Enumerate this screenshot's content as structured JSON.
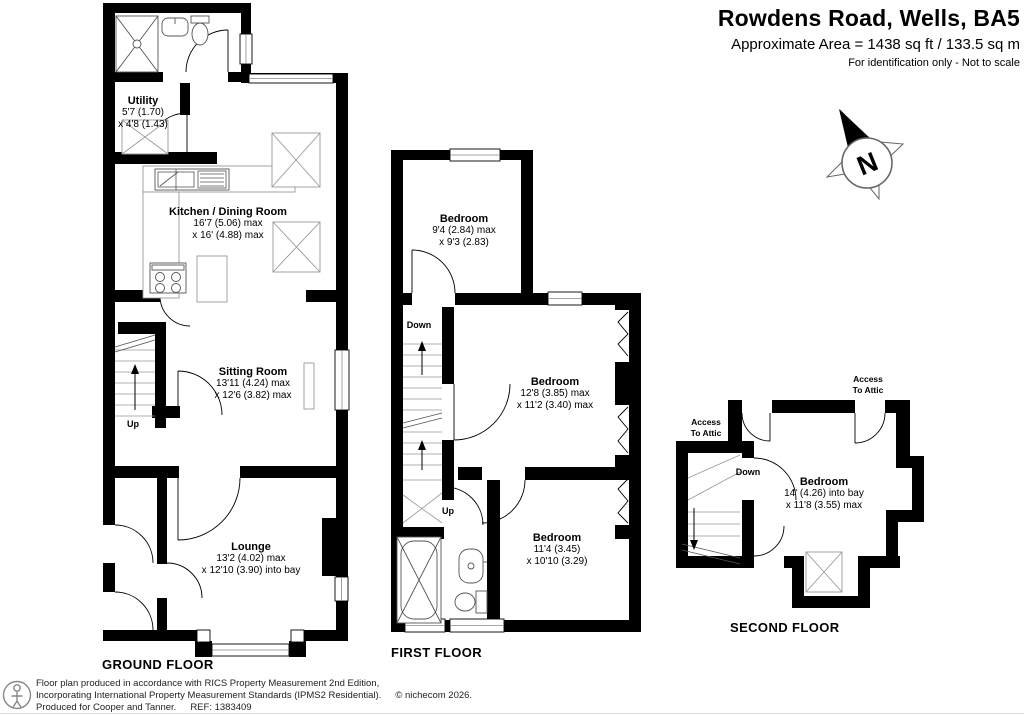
{
  "header": {
    "title": "Rowdens Road, Wells, BA5",
    "area_line": "Approximate Area = 1438 sq ft / 133.5 sq m",
    "disclaimer": "For identification only - Not to scale"
  },
  "compass": {
    "north_label": "N"
  },
  "ground_floor": {
    "label": "GROUND FLOOR",
    "stairs": {
      "up": "Up"
    },
    "rooms": {
      "utility": {
        "name": "Utility",
        "dims": [
          "5'7 (1.70)",
          "x 4'8 (1.43)"
        ]
      },
      "kitchen": {
        "name": "Kitchen / Dining Room",
        "dims": [
          "16'7 (5.06) max",
          "x 16' (4.88) max"
        ]
      },
      "sitting": {
        "name": "Sitting Room",
        "dims": [
          "13'11 (4.24) max",
          "x 12'6 (3.82) max"
        ]
      },
      "lounge": {
        "name": "Lounge",
        "dims": [
          "13'2 (4.02) max",
          "x 12'10 (3.90) into bay"
        ]
      }
    }
  },
  "first_floor": {
    "label": "FIRST FLOOR",
    "stairs": {
      "down": "Down",
      "up": "Up"
    },
    "rooms": {
      "bedroom1": {
        "name": "Bedroom",
        "dims": [
          "9'4 (2.84) max",
          "x 9'3 (2.83)"
        ]
      },
      "bedroom2": {
        "name": "Bedroom",
        "dims": [
          "12'8 (3.85) max",
          "x 11'2 (3.40) max"
        ]
      },
      "bedroom3": {
        "name": "Bedroom",
        "dims": [
          "11'4 (3.45)",
          "x 10'10 (3.29)"
        ]
      }
    }
  },
  "second_floor": {
    "label": "SECOND FLOOR",
    "stairs": {
      "down": "Down"
    },
    "attic_access_left": {
      "line1": "Access",
      "line2": "To Attic"
    },
    "attic_access_right": {
      "line1": "Access",
      "line2": "To Attic"
    },
    "rooms": {
      "bedroom4": {
        "name": "Bedroom",
        "dims": [
          "14' (4.26) into bay",
          "x 11'8 (3.55) max"
        ]
      }
    }
  },
  "footer": {
    "line1": "Floor plan produced in accordance with RICS Property Measurement 2nd Edition,",
    "line2": "Incorporating International Property Measurement Standards (IPMS2 Residential).",
    "copyright": "© nichecom 2026.",
    "line3": "Produced for Cooper and Tanner.",
    "ref": "REF: 1383409"
  },
  "colors": {
    "wall": "#000000",
    "background": "#ffffff",
    "fixture": "#555555",
    "light_line": "#999999"
  }
}
